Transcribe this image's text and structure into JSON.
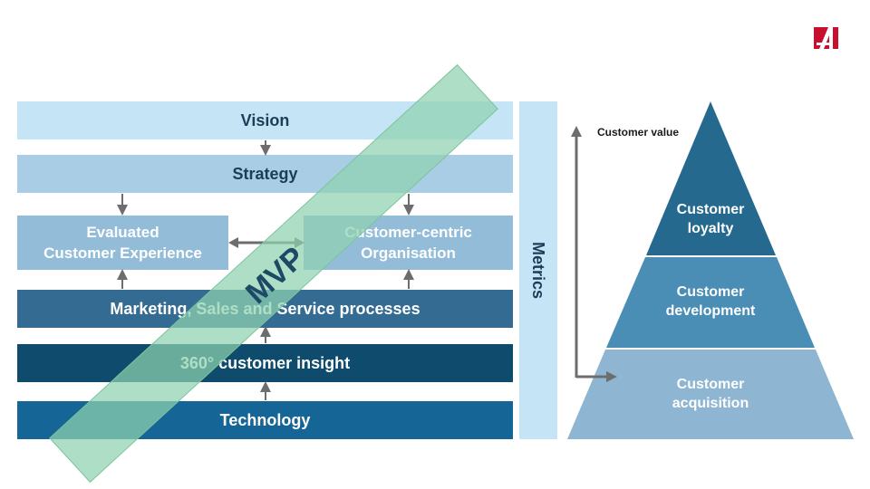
{
  "framework": {
    "vision": "Vision",
    "strategy": "Strategy",
    "evaluated": [
      "Evaluated",
      "Customer Experience"
    ],
    "organisation": [
      "Customer-centric",
      "Organisation"
    ],
    "processes": "Marketing, Sales and Service processes",
    "insight": "360° customer insight",
    "technology": "Technology",
    "metrics": "Metrics",
    "mvp": "MVP"
  },
  "pyramid": {
    "axis_label": "Customer value",
    "levels": [
      {
        "lines": [
          "Customer",
          "loyalty"
        ],
        "color": "#25698f"
      },
      {
        "lines": [
          "Customer",
          "development"
        ],
        "color": "#4a8db5"
      },
      {
        "lines": [
          "Customer",
          "acquisition"
        ],
        "color": "#8eb6d3"
      }
    ]
  },
  "colors": {
    "mvp_band": "#8fd1ae",
    "arrow": "#6d6d6d",
    "logo_red": "#c8102e"
  }
}
